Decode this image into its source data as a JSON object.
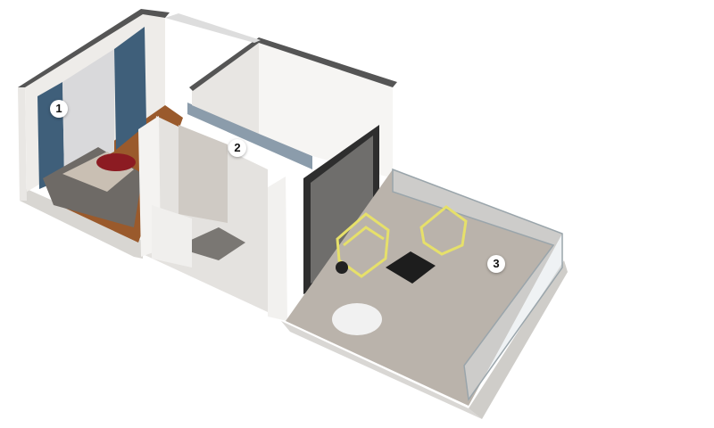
{
  "plan": {
    "markers": [
      {
        "label": "1",
        "room": "bedroom"
      },
      {
        "label": "2",
        "room": "bathroom"
      },
      {
        "label": "3",
        "room": "terrace"
      }
    ]
  },
  "colors": {
    "wall": "#f1f0ee",
    "wall_cap": "#4a4a4a",
    "wood_floor": "#9a5a2c",
    "terrace_floor": "#bab3ab",
    "curtain": "#3f5f7a",
    "chair": "#e6e06a"
  }
}
